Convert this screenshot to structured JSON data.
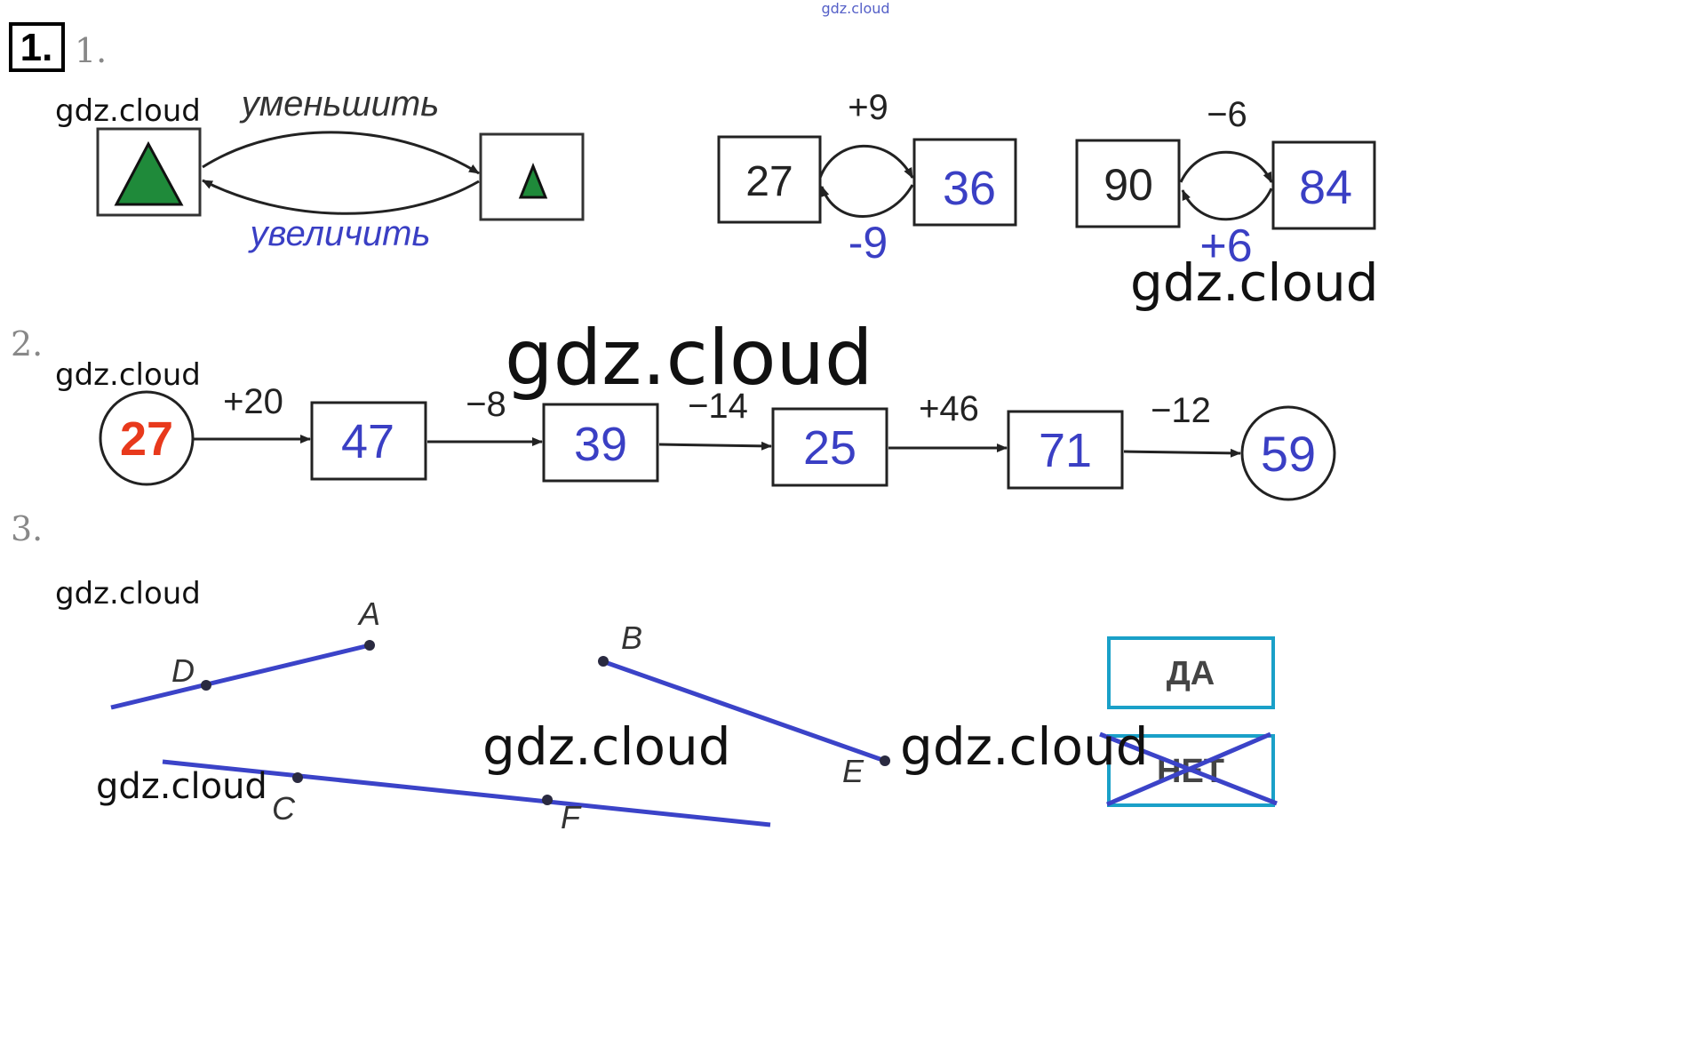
{
  "header": {
    "site_mark": "gdz.cloud",
    "task_number": "1.",
    "part1_label": "1.",
    "part2_label": "2.",
    "part3_label": "3."
  },
  "watermarks": [
    "gdz.cloud",
    "gdz.cloud",
    "gdz.cloud",
    "gdz.cloud",
    "gdz.cloud",
    "gdz.cloud",
    "gdz.cloud",
    "gdz.cloud"
  ],
  "part1": {
    "top_label": "уменьшить",
    "bottom_label": "увеличить",
    "pairA": {
      "left": "27",
      "right": "36",
      "top_op": "+9",
      "bottom_op": "-9"
    },
    "pairB": {
      "left": "90",
      "right": "84",
      "top_op": "−6",
      "bottom_op": "+6"
    }
  },
  "part2": {
    "start": "27",
    "ops": [
      "+20",
      "−8",
      "−14",
      "+46",
      "−12"
    ],
    "values": [
      "47",
      "39",
      "25",
      "71"
    ],
    "end": "59"
  },
  "part3": {
    "points": [
      "A",
      "B",
      "C",
      "D",
      "E",
      "F"
    ],
    "answer_yes": "ДА",
    "answer_no": "НЕТ"
  },
  "colors": {
    "blue_ink": "#3a3fc4",
    "line_blue": "#3b43c8",
    "triangle_green": "#1f8a3a",
    "answer_box": "#1aa0c8",
    "start_red": "#e8391c"
  }
}
